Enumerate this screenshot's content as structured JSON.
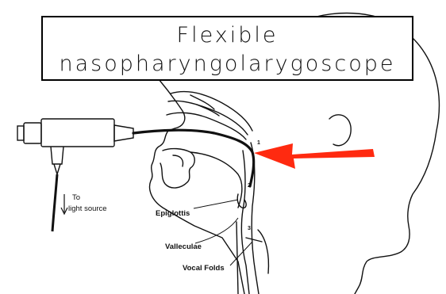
{
  "title": {
    "line1": "Flexible",
    "line2": "nasopharyngolarygoscope"
  },
  "labels": {
    "light_source_line1": "To",
    "light_source_line2": "light  source",
    "epiglottis": "Epiglottis",
    "valleculae": "Valleculae",
    "vocal_folds": "Vocal Folds",
    "marker_1": "1",
    "marker_2": "2",
    "marker_3": "3"
  },
  "colors": {
    "arrow": "#ff2a10",
    "ink": "#111111"
  }
}
